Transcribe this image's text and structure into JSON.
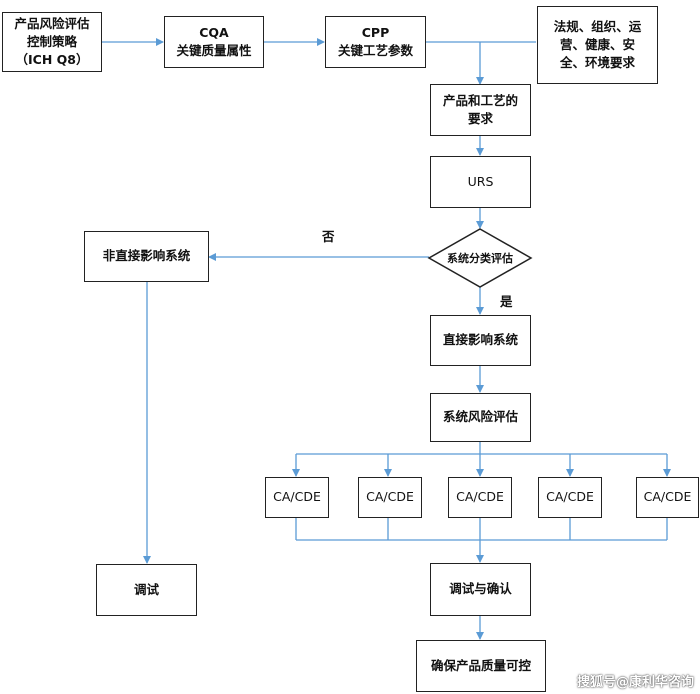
{
  "nodes": {
    "risk_strategy": "产品风险评估\n控制策略\n（ICH Q8）",
    "cqa": "CQA\n关键质量属性",
    "cpp": "CPP\n关键工艺参数",
    "regulations": "法规、组织、运\n营、健康、安\n全、环境要求",
    "product_process": "产品和工艺的\n要求",
    "urs": "URS",
    "classification": "系统分类评估",
    "indirect": "非直接影响系统",
    "direct": "直接影响系统",
    "system_risk": "系统风险评估",
    "ca_cde_1": "CA/CDE",
    "ca_cde_2": "CA/CDE",
    "ca_cde_3": "CA/CDE",
    "ca_cde_4": "CA/CDE",
    "ca_cde_5": "CA/CDE",
    "debug": "调试",
    "debug_confirm": "调试与确认",
    "quality_control": "确保产品质量可控"
  },
  "edge_labels": {
    "no": "否",
    "yes": "是"
  },
  "watermark": "搜狐号@康利华咨询",
  "colors": {
    "connector": "#5b9bd5",
    "border": "#222222"
  }
}
